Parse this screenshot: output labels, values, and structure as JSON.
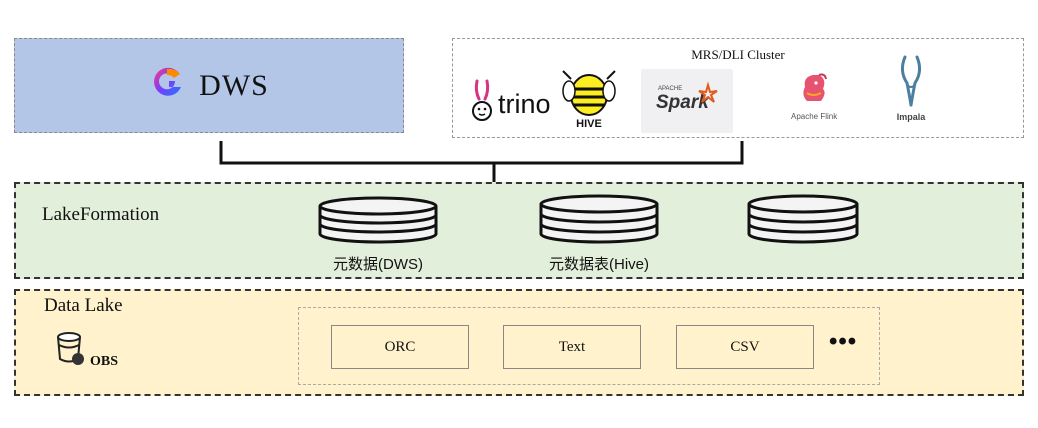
{
  "dws": {
    "label": "DWS"
  },
  "cluster": {
    "title": "MRS/DLI Cluster",
    "engines": [
      {
        "name": "trino",
        "label": "trino",
        "icon": "trino-bunny-icon"
      },
      {
        "name": "hive",
        "label": "HIVE",
        "icon": "hive-bee-icon"
      },
      {
        "name": "spark",
        "label": "Spark",
        "sublabel": "APACHE",
        "icon": "spark-star-icon"
      },
      {
        "name": "flink",
        "label": "Apache Flink",
        "icon": "flink-squirrel-icon"
      },
      {
        "name": "impala",
        "label": "Impala",
        "icon": "impala-antelope-icon"
      }
    ]
  },
  "lakeformation": {
    "label": "LakeFormation",
    "databases": [
      {
        "label": "元数据(DWS)"
      },
      {
        "label": "元数据表(Hive)"
      },
      {
        "label": ""
      }
    ]
  },
  "datalake": {
    "label": "Data Lake",
    "storage": {
      "label": "OBS",
      "icon": "obs-bucket-icon"
    },
    "formats": [
      "ORC",
      "Text",
      "CSV"
    ],
    "more": "•••"
  },
  "colors": {
    "dws_bg": "#b4c6e7",
    "lakeformation_bg": "#e2efda",
    "datalake_bg": "#fff2cc"
  }
}
